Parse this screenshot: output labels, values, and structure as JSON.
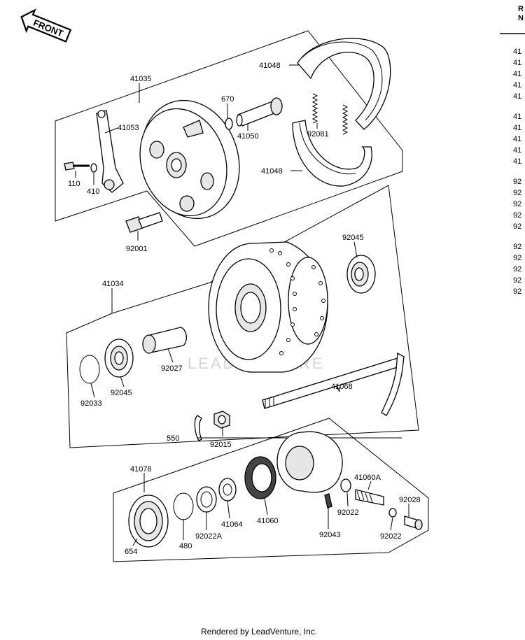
{
  "header": {
    "sheet_number": "",
    "ref_column_title": [
      "R",
      "N"
    ],
    "ref_fragments": [
      "41",
      "41",
      "41",
      "41",
      "41",
      "41",
      "41",
      "41",
      "41",
      "41",
      "92",
      "92",
      "92",
      "92",
      "92",
      "92",
      "92",
      "92",
      "92",
      "92"
    ]
  },
  "front_badge": "FRONT",
  "watermark": "LEADVENTURE",
  "footer": "Rendered by LeadVenture, Inc.",
  "callouts": {
    "c41035": "41035",
    "c670": "670",
    "c41048_top": "41048",
    "c41053": "41053",
    "c41050": "41050",
    "c92081": "92081",
    "c41048_bottom": "41048",
    "c110": "110",
    "c410": "410",
    "c92001": "92001",
    "c92045_right": "92045",
    "c41034": "41034",
    "c92027": "92027",
    "c92033": "92033",
    "c92045_left": "92045",
    "c41068": "41068",
    "c550": "550",
    "c92015": "92015",
    "c41078": "41078",
    "c41060A": "41060A",
    "c92028": "92028",
    "c92022_a": "92022",
    "c92022_b": "92022",
    "c92022A": "92022A",
    "c41064": "41064",
    "c41060": "41060",
    "c92043": "92043",
    "c654": "654",
    "c480": "480"
  }
}
